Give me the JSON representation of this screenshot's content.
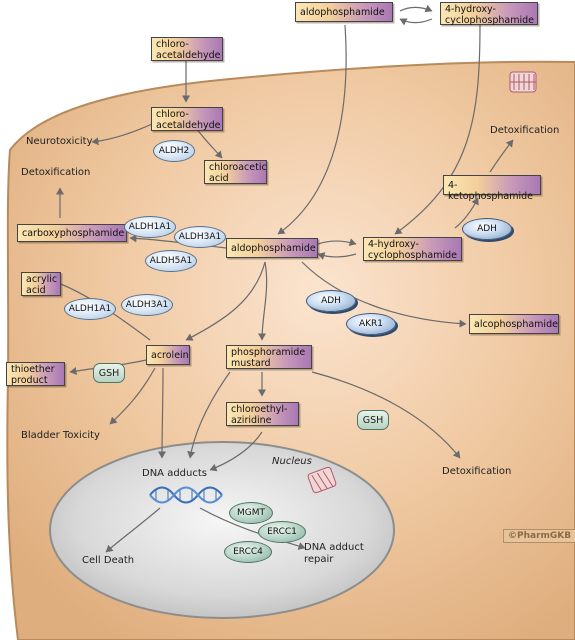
{
  "nodes": {
    "aldophosphamide_top": "aldophosphamide",
    "hydroxy_top": "4-hydroxy-\ncyclophosphamide",
    "chloroacetaldehyde_out": "chloro-\nacetaldehyde",
    "chloroacetaldehyde_in": "chloro-\nacetaldehyde",
    "chloroacetic_acid": "chloroacetic\nacid",
    "carboxyphosphamide": "carboxyphosphamide",
    "aldophosphamide": "aldophosphamide",
    "hydroxy_in": "4-hydroxy-\ncyclophosphamide",
    "ketophosphamide": "4-ketophosphamide",
    "alcophosphamide": "alcophosphamide",
    "acrylic_acid": "acrylic\nacid",
    "thioether": "thioether\nproduct",
    "acrolein": "acrolein",
    "phosphoramide_mustard": "phosphoramide\nmustard",
    "chloroethyl_aziridine": "chloroethyl-\naziridine"
  },
  "enzymes": {
    "aldh2": "ALDH2",
    "aldh1a1_a": "ALDH1A1",
    "aldh3a1_a": "ALDH3A1",
    "aldh5a1": "ALDH5A1",
    "adh_a": "ADH",
    "adh_b": "ADH",
    "akr1": "AKR1",
    "aldh1a1_b": "ALDH1A1",
    "aldh3a1_b": "ALDH3A1",
    "mgmt": "MGMT",
    "ercc1": "ERCC1",
    "ercc4": "ERCC4",
    "gsh_a": "GSH",
    "gsh_b": "GSH"
  },
  "labels": {
    "neurotoxicity": "Neurotoxicity",
    "detox_left": "Detoxification",
    "detox_right": "Detoxification",
    "detox_bottom": "Detoxification",
    "bladder": "Bladder Toxicity",
    "dna_adducts": "DNA adducts",
    "nucleus": "Nucleus",
    "cell_death": "Cell Death",
    "dna_repair": "DNA adduct\nrepair",
    "credit": "©PharmGKB"
  },
  "colors": {
    "cell": "#e6b98c",
    "nucleus": "#d4d4d4",
    "arrow": "#6b6b6b"
  }
}
